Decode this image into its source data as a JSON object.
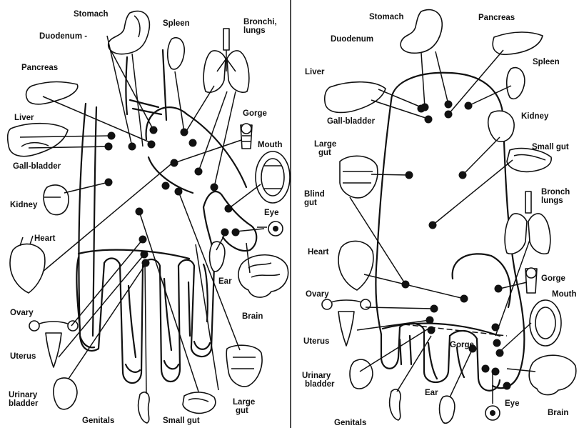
{
  "left_panel": {
    "labels": {
      "stomach": "Stomach",
      "duodenum": "Duodenum -",
      "spleen": "Spleen",
      "bronchi_1": "Bronchi,",
      "bronchi_2": "lungs",
      "pancreas": "Pancreas",
      "gorge": "Gorge",
      "liver": "Liver",
      "mouth": "Mouth",
      "gall_bladder": "Gall-bladder",
      "kidney": "Kidney",
      "eye": "Eye",
      "heart": "Heart",
      "ear": "Ear",
      "brain": "Brain",
      "ovary": "Ovary",
      "uterus": "Uterus",
      "urinary_1": "Urinary",
      "urinary_2": "bladder",
      "genitals": "Genitals",
      "small_gut": "Small gut",
      "large_gut_1": "Large",
      "large_gut_2": "gut"
    }
  },
  "right_panel": {
    "labels": {
      "stomach": "Stomach",
      "pancreas": "Pancreas",
      "duodenum": "Duodenum",
      "liver": "Liver",
      "spleen": "Spleen",
      "gall_bladder": "Gall-bladder",
      "kidney": "Kidney",
      "large_gut_1": "Large",
      "large_gut_2": "gut",
      "small_gut": "Small gut",
      "blind_gut_1": "Blind",
      "blind_gut_2": "gut",
      "bronchi_1": "Bronch",
      "bronchi_2": "lungs",
      "heart": "Heart",
      "gorge": "Gorge",
      "ovary": "Ovary",
      "mouth": "Mouth",
      "uterus": "Uterus",
      "gorge_inner": "Gorge",
      "urinary_1": "Urinary",
      "urinary_2": "bladder",
      "ear": "Ear",
      "eye": "Eye",
      "brain": "Brain",
      "genitals": "Genitals"
    }
  }
}
